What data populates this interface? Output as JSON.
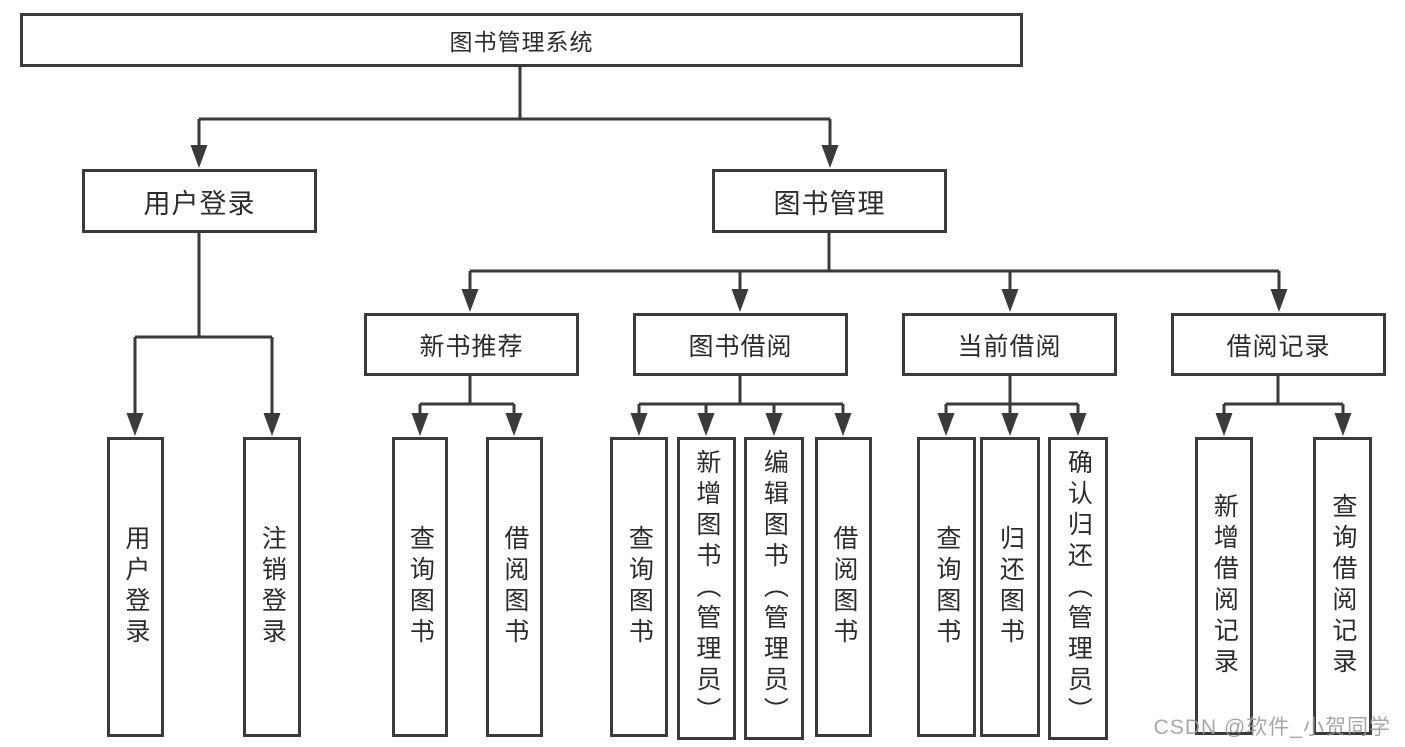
{
  "diagram_title": "图书管理系统",
  "tree": {
    "label": "图书管理系统",
    "children": [
      {
        "label": "用户登录",
        "children": [
          {
            "label": "用户登录"
          },
          {
            "label": "注销登录"
          }
        ]
      },
      {
        "label": "图书管理",
        "children": [
          {
            "label": "新书推荐",
            "children": [
              {
                "label": "查询图书"
              },
              {
                "label": "借阅图书"
              }
            ]
          },
          {
            "label": "图书借阅",
            "children": [
              {
                "label": "查询图书"
              },
              {
                "label": "新增图书（管理员）"
              },
              {
                "label": "编辑图书（管理员）"
              },
              {
                "label": "借阅图书"
              }
            ]
          },
          {
            "label": "当前借阅",
            "children": [
              {
                "label": "查询图书"
              },
              {
                "label": "归还图书"
              },
              {
                "label": "确认归还（管理员）"
              }
            ]
          },
          {
            "label": "借阅记录",
            "children": [
              {
                "label": "新增借阅记录"
              },
              {
                "label": "查询借阅记录"
              }
            ]
          }
        ]
      }
    ]
  },
  "watermark": {
    "text": "CSDN @软件_小贺同学"
  },
  "colors": {
    "line": "#3a3a3a",
    "text": "#2c2c2c",
    "background": "#ffffff",
    "watermark": "#9c9c9c"
  }
}
